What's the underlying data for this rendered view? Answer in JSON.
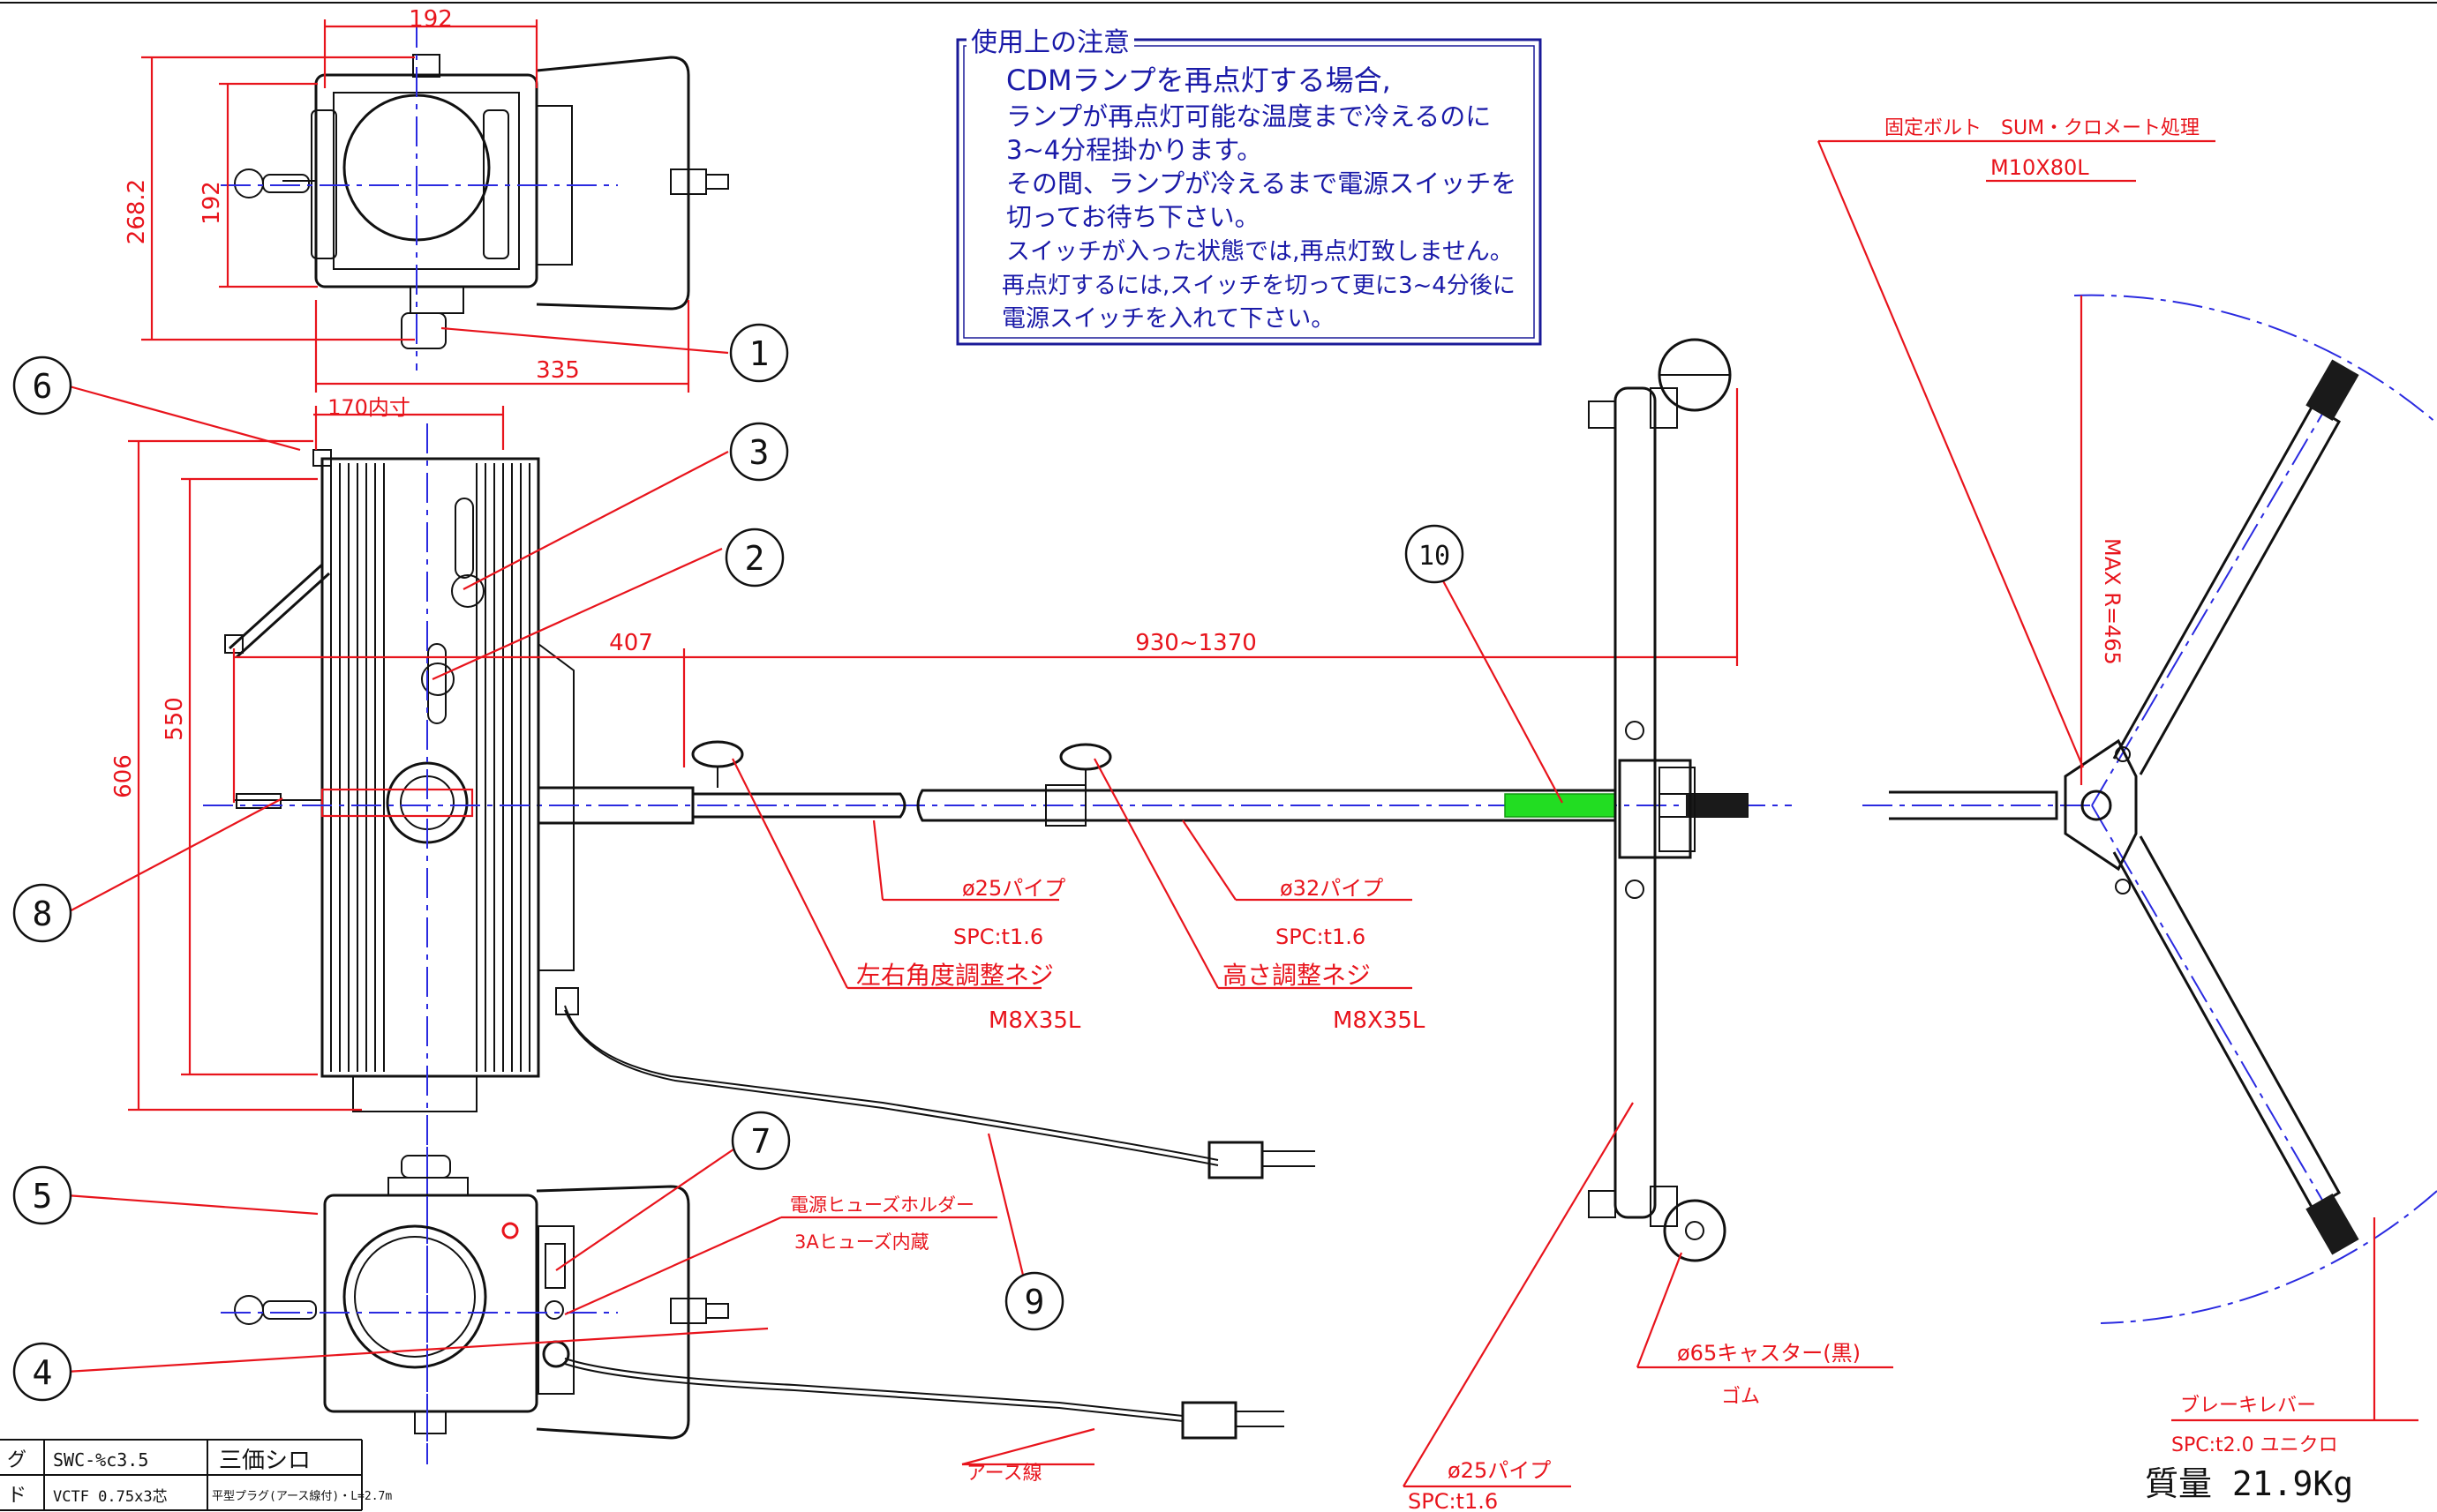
{
  "dimensions": {
    "top_width": "192",
    "top_height": "268.2",
    "top_inner": "192",
    "top_length": "335",
    "inner_170": "170内寸",
    "h606": "606",
    "h550": "550",
    "d407": "407",
    "d930": "930~1370",
    "max_r": "MAX R=465"
  },
  "notice": {
    "title": "使用上の注意",
    "lines": [
      "CDMランプを再点灯する場合,",
      "ランプが再点灯可能な温度まで冷えるのに",
      "3~4分程掛かります。",
      "その間、ランプが冷えるまで電源スイッチを",
      "切ってお待ち下さい。",
      "スイッチが入った状態では,再点灯致しません。",
      "再点灯するには,スイッチを切って更に3~4分後に",
      "電源スイッチを入れて下さい。"
    ]
  },
  "callouts": {
    "bolt_label": "固定ボルト　SUM・クロメート処理",
    "bolt_spec": "M10X80L",
    "pipe25_label": "ø25パイプ",
    "pipe25_spec": "SPC:t1.6",
    "pipe32_label": "ø32パイプ",
    "pipe32_spec": "SPC:t1.6",
    "lr_screw_label": "左右角度調整ネジ",
    "lr_screw_spec": "M8X35L",
    "height_screw_label": "高さ調整ネジ",
    "height_screw_spec": "M8X35L",
    "fuse_label": "電源ヒューズホルダー",
    "fuse_spec": "3Aヒューズ内蔵",
    "earth_label": "アース線",
    "pipe25b_label": "ø25パイプ",
    "pipe25b_spec": "SPC:t1.6",
    "caster_label": "ø65キャスター(黒)",
    "caster_sub": "ゴム",
    "brake_label": "ブレーキレバー",
    "brake_spec": "SPC:t2.0 ユニクロ"
  },
  "balloons": [
    "1",
    "2",
    "3",
    "4",
    "5",
    "6",
    "7",
    "8",
    "9",
    "10"
  ],
  "table": {
    "row1": [
      "グ",
      "SWC-%c3.5",
      "三価シロ"
    ],
    "row2": [
      "ド",
      "VCTF 0.75x3芯",
      "平型プラグ(アース線付)・L=2.7m"
    ]
  },
  "weight": "質量 21.9Kg",
  "colors": {
    "dimension": "#e8141c",
    "centerline": "#2a2ae0",
    "spring": "#22dd22",
    "notice_border": "#1a1aa8"
  }
}
